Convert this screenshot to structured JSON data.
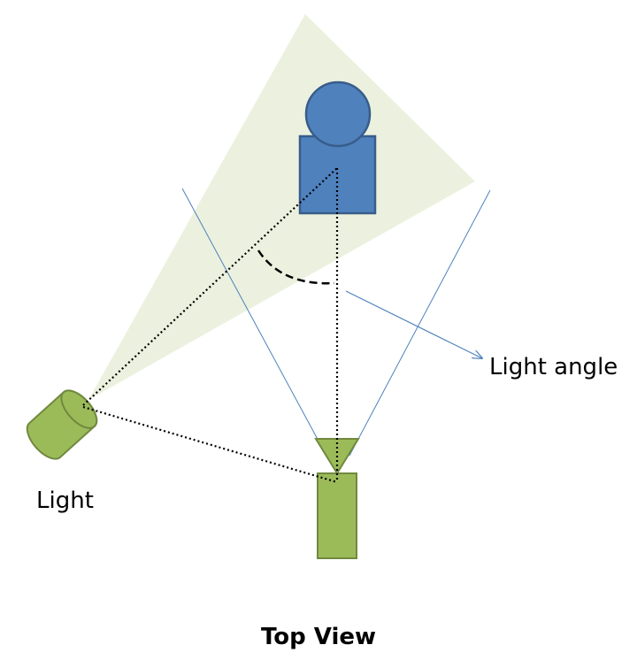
{
  "labels": {
    "light_angle": "Light angle",
    "light": "Light",
    "view": "Top View"
  },
  "colors": {
    "light_beam": "#ebf1de",
    "subject_fill": "#4f81bd",
    "subject_stroke": "#385d8a",
    "device_fill": "#9bbb59",
    "device_stroke": "#71893f",
    "fov_line": "#4f81bd",
    "annotation": "#000000"
  },
  "icons": {
    "subject": "person-icon",
    "light": "spotlight-icon",
    "camera": "camera-icon"
  }
}
